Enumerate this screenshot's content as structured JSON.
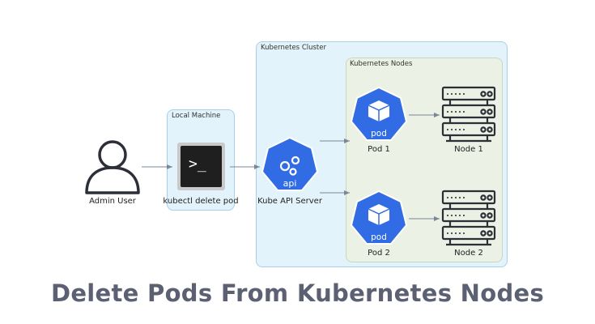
{
  "clusters": {
    "kubernetes_cluster": "Kubernetes Cluster",
    "kubernetes_nodes": "Kubernetes Nodes",
    "local_machine": "Local Machine"
  },
  "nodes": {
    "admin_user": "Admin User",
    "kubectl": "kubectl delete pod",
    "api_server": "Kube API Server",
    "api_icon_text": "api",
    "pod1": "Pod 1",
    "pod2": "Pod 2",
    "pod_icon_text": "pod",
    "node1": "Node 1",
    "node2": "Node 2",
    "terminal_prompt": ">_"
  },
  "title": "Delete Pods From Kubernetes Nodes",
  "colors": {
    "k8s_blue": "#326ce5",
    "edge": "#7b8794",
    "title": "#5b6072"
  }
}
